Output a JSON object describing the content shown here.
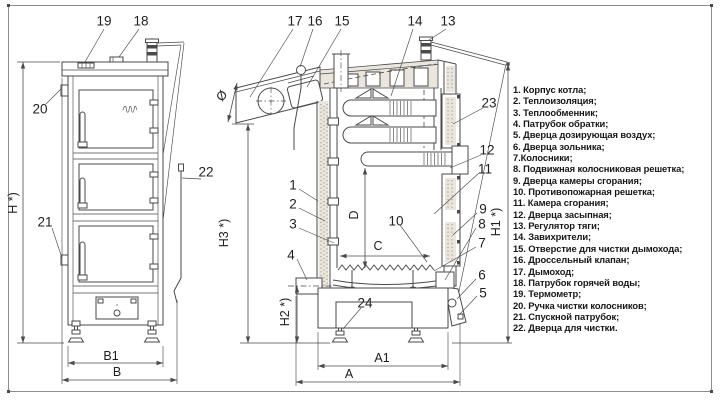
{
  "legend": {
    "items": [
      "1. Корпус котла;",
      "2. Теплоизоляция;",
      "3. Теплообменник;",
      "4. Патрубок обратки;",
      "5. Дверца дозирующая воздух;",
      "6. Дверца зольника;",
      "7.Колосники;",
      "8. Подвижная колосниковая решетка;",
      "9. Дверца камеры сгорания;",
      "10. Противопожарная решетка;",
      "11. Камера сгорания;",
      "12. Дверца засыпная;",
      "13. Регулятор тяги;",
      "14. Завихрители;",
      "15. Отверстие для чистки дымохода;",
      "16. Дроссельный клапан;",
      "17. Дымоход;",
      "18. Патрубок горячей воды;",
      "19. Термометр;",
      "20. Ручка чистки колосников;",
      "21. Спускной патрубок;",
      "22. Дверца для чистки."
    ]
  },
  "callouts": {
    "n1": "1",
    "n2": "2",
    "n3": "3",
    "n4": "4",
    "n5": "5",
    "n6": "6",
    "n7": "7",
    "n8": "8",
    "n9": "9",
    "n10": "10",
    "n11": "11",
    "n12": "12",
    "n13": "13",
    "n14": "14",
    "n15": "15",
    "n16": "16",
    "n17": "17",
    "n18": "18",
    "n19": "19",
    "n20": "20",
    "n21": "21",
    "n22": "22",
    "n23": "23",
    "n24": "24"
  },
  "dims": {
    "h": "H *)",
    "h1": "H1 *)",
    "h2": "H2 *)",
    "h3": "H3 *)",
    "b": "B",
    "b1": "B1",
    "a": "A",
    "a1": "A1",
    "c": "C",
    "d": "D",
    "dia": "Ø"
  },
  "colors": {
    "line": "#4a4a4a",
    "text": "#1f1f1f",
    "insulation": "#eae6dd",
    "frame": "#8d8d8d"
  }
}
